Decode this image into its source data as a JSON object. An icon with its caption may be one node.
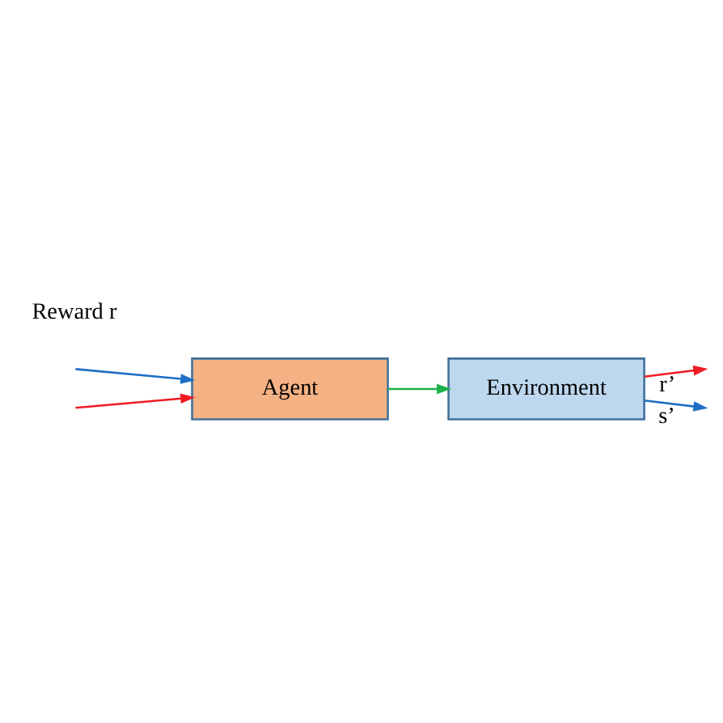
{
  "diagram": {
    "nodes": [
      {
        "text": [
          "Agent"
        ]
      },
      {
        "text": [
          "Environment"
        ]
      }
    ],
    "edges": [
      {
        "from": null,
        "to": 0,
        "arrow": "to",
        "color": "#1f6fc4"
      },
      {
        "from": null,
        "to": 0,
        "arrow": "to",
        "color": "#ee1c25"
      },
      {
        "from": 0,
        "to": 1,
        "arrow": "to",
        "color": "#1db34a"
      },
      {
        "from": 1,
        "to": null,
        "arrow": "to",
        "color": "#ee1c25",
        "label": "r’"
      },
      {
        "from": 1,
        "to": null,
        "arrow": "to",
        "color": "#1f6fc4",
        "label": "s’"
      }
    ],
    "labels": [
      "Reward r"
    ]
  }
}
